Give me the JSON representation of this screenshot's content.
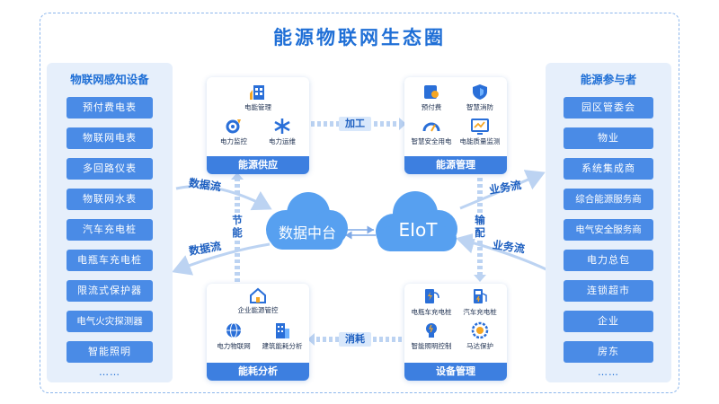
{
  "title": "能源物联网生态圈",
  "left_panel": {
    "title": "物联网感知设备",
    "items": [
      "预付费电表",
      "物联网电表",
      "多回路仪表",
      "物联网水表",
      "汽车充电桩",
      "电瓶车充电桩",
      "限流式保护器",
      "电气火灾探测器",
      "智能照明"
    ],
    "more": "……"
  },
  "right_panel": {
    "title": "能源参与者",
    "items": [
      "园区管委会",
      "物业",
      "系统集成商",
      "综合能源服务商",
      "电气安全服务商",
      "电力总包",
      "连锁超市",
      "企业",
      "房东"
    ],
    "more": "……"
  },
  "cards": {
    "supply": {
      "title": "能源供应",
      "items": [
        "电能管理",
        "电力监控",
        "电力运维"
      ]
    },
    "management": {
      "title": "能源管理",
      "items": [
        "预付费",
        "智慧消防",
        "智慧安全用电",
        "电能质量监测"
      ]
    },
    "analysis": {
      "title": "能耗分析",
      "items": [
        "企业能源管控",
        "电力物联网",
        "建筑能耗分析"
      ]
    },
    "equipment": {
      "title": "设备管理",
      "items": [
        "电瓶车充电桩",
        "汽车充电桩",
        "智能照明控制",
        "马达保护"
      ]
    }
  },
  "center": {
    "data_platform": "数据中台",
    "eiot": "EIoT"
  },
  "flows": {
    "process": "加工",
    "consume": "消耗",
    "save": "节能",
    "distribute": "输配",
    "data_flow_top": "数据流",
    "data_flow_bottom": "数据流",
    "business_flow_top": "业务流",
    "business_flow_bottom": "业务流"
  },
  "colors": {
    "primary": "#3d7fe0",
    "pill": "#4a8be6",
    "panel": "#e6effb",
    "cloud": "#57a0f0",
    "title": "#1f6fd6"
  }
}
